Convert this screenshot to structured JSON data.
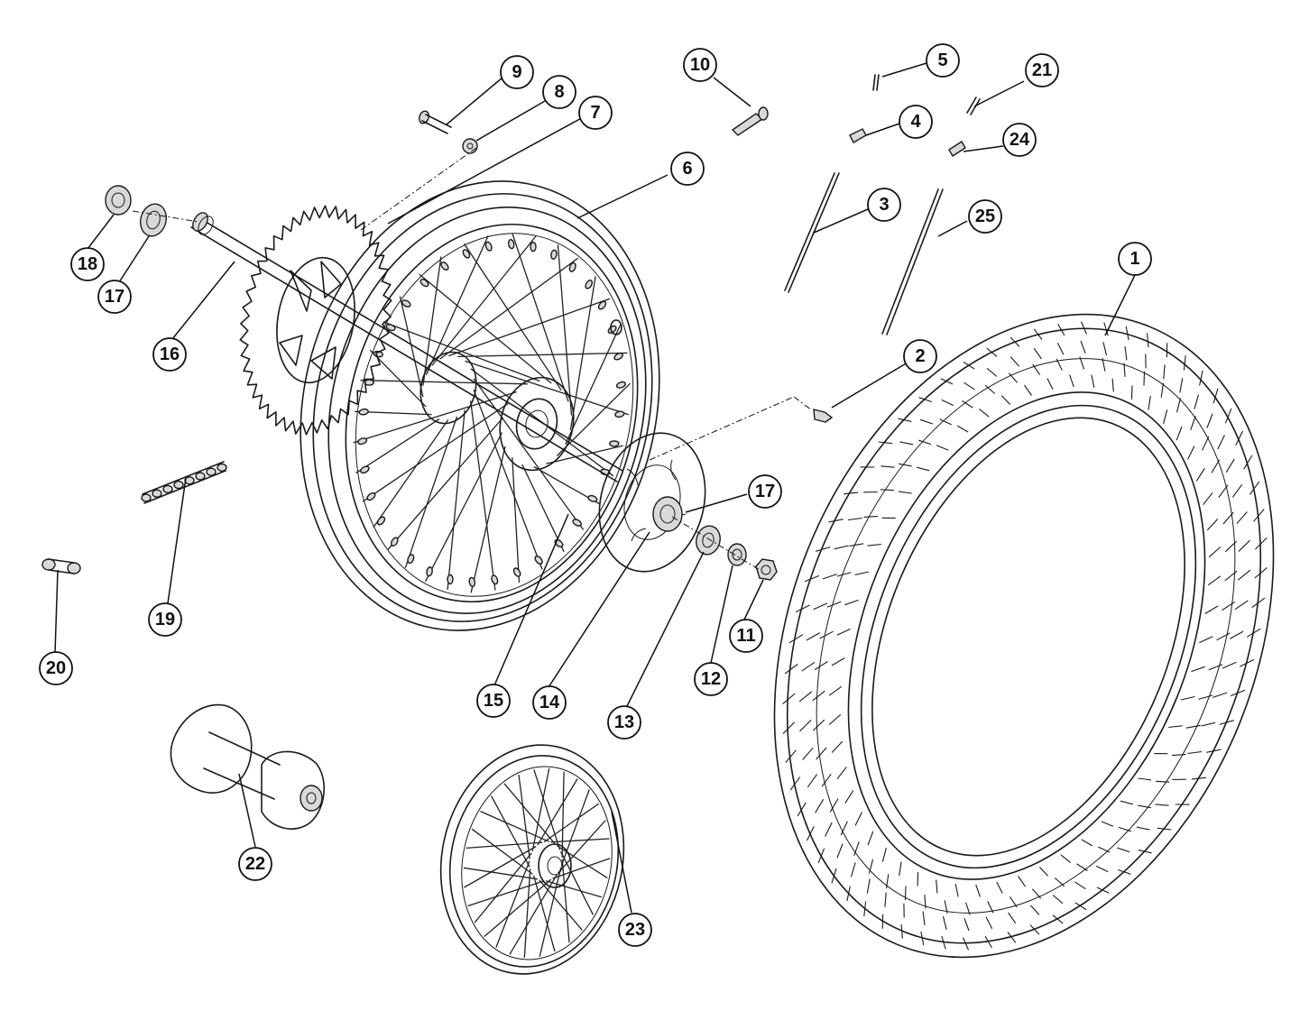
{
  "callouts": [
    {
      "id": "c1",
      "label": "1"
    },
    {
      "id": "c2",
      "label": "2"
    },
    {
      "id": "c3",
      "label": "3"
    },
    {
      "id": "c4",
      "label": "4"
    },
    {
      "id": "c5",
      "label": "5"
    },
    {
      "id": "c6",
      "label": "6"
    },
    {
      "id": "c7",
      "label": "7"
    },
    {
      "id": "c8",
      "label": "8"
    },
    {
      "id": "c9",
      "label": "9"
    },
    {
      "id": "c10",
      "label": "10"
    },
    {
      "id": "c11",
      "label": "11"
    },
    {
      "id": "c12",
      "label": "12"
    },
    {
      "id": "c13",
      "label": "13"
    },
    {
      "id": "c14",
      "label": "14"
    },
    {
      "id": "c15",
      "label": "15"
    },
    {
      "id": "c16",
      "label": "16"
    },
    {
      "id": "c17a",
      "label": "17"
    },
    {
      "id": "c17b",
      "label": "17"
    },
    {
      "id": "c18",
      "label": "18"
    },
    {
      "id": "c19",
      "label": "19"
    },
    {
      "id": "c20",
      "label": "20"
    },
    {
      "id": "c21",
      "label": "21"
    },
    {
      "id": "c22",
      "label": "22"
    },
    {
      "id": "c23",
      "label": "23"
    },
    {
      "id": "c24",
      "label": "24"
    },
    {
      "id": "c25",
      "label": "25"
    }
  ]
}
